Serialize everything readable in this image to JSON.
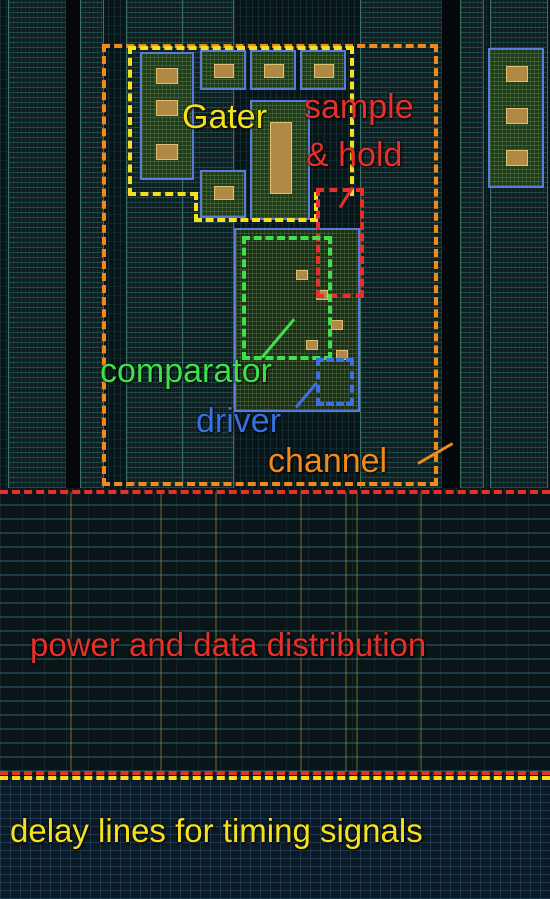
{
  "colors": {
    "gater": "#f5e020",
    "sample_hold": "#e8302a",
    "comparator": "#3fe04a",
    "driver": "#3a6fe0",
    "channel": "#f08a1c",
    "power_distribution": "#e8302a",
    "delay_lines": "#f5e020"
  },
  "labels": {
    "gater": "Gater",
    "sample_hold_line1": "sample",
    "sample_hold_line2": "& hold",
    "comparator": "comparator",
    "driver": "driver",
    "channel": "channel",
    "power_distribution": "power and data distribution",
    "delay_lines": "delay lines for timing signals"
  }
}
